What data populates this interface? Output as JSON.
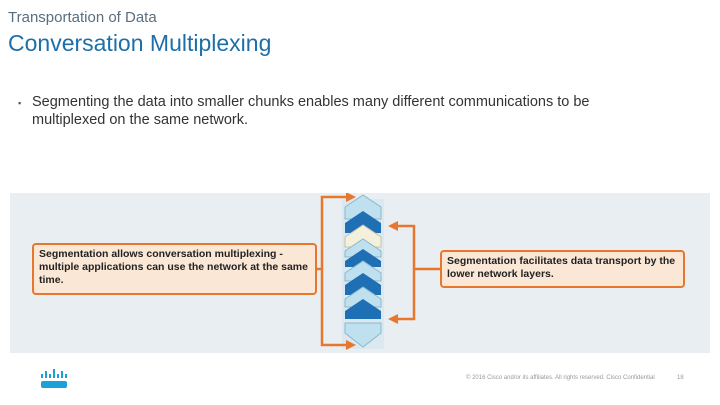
{
  "header": {
    "subtitle": "Transportation of Data",
    "title": "Conversation Multiplexing"
  },
  "bullets": [
    "Segmenting the data into smaller chunks enables many different communications to be multiplexed on the same network."
  ],
  "figure": {
    "callout_left": "Segmentation allows conversation multiplexing - multiple applications can use the network at the same time.",
    "callout_right": "Segmentation facilitates data transport by the lower network layers.",
    "colors": {
      "orange": "#e8772e",
      "callout_fill": "#fbe7d6",
      "segment_blue": "#1f6fb5",
      "segment_cream": "#f3f0dc",
      "segment_light": "#bfe0ee"
    }
  },
  "footer": {
    "logo": "cisco-logo",
    "copyright": "© 2016 Cisco and/or its affiliates. All rights reserved. Cisco Confidential",
    "page_number": "18"
  }
}
